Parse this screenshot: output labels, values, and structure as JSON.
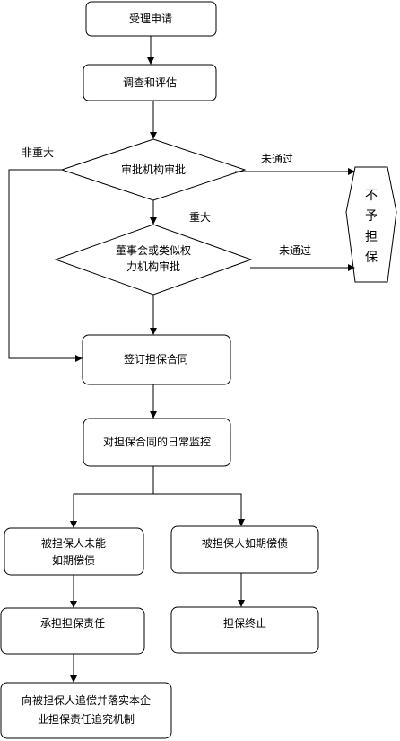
{
  "flowchart": {
    "nodes": {
      "apply": "受理申请",
      "investigate": "调查和评估",
      "approve": "审批机构审批",
      "board_line1": "董事会或类似权",
      "board_line2": "力机构审批",
      "sign": "签订担保合同",
      "monitor": "对担保合同的日常监控",
      "not_repaid_line1": "被担保人未能",
      "not_repaid_line2": "如期偿债",
      "repaid": "被担保人如期偿债",
      "bear": "承担担保责任",
      "terminate": "担保终止",
      "recover_line1": "向被担保人追偿并落实本企",
      "recover_line2": "业担保责任追究机制",
      "reject_1": "不",
      "reject_2": "予",
      "reject_3": "担",
      "reject_4": "保"
    },
    "edge_labels": {
      "not_major": "非重大",
      "major": "重大",
      "not_passed_1": "未通过",
      "not_passed_2": "未通过"
    }
  }
}
